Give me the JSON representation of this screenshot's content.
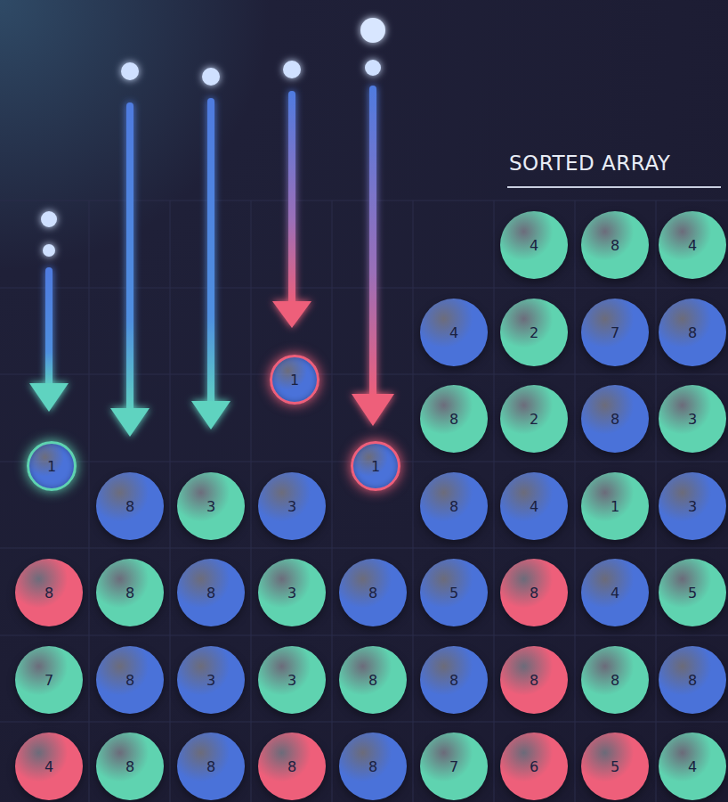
{
  "diagram": {
    "title": "SORTED ARRAY",
    "nodes": [
      {
        "text": [
          "4"
        ]
      },
      {
        "text": [
          "8"
        ]
      },
      {
        "text": [
          "4"
        ]
      },
      {
        "text": [
          "4"
        ]
      },
      {
        "text": [
          "2"
        ]
      },
      {
        "text": [
          "7"
        ]
      },
      {
        "text": [
          "8"
        ]
      },
      {
        "text": [
          "1"
        ]
      },
      {
        "text": [
          "8"
        ]
      },
      {
        "text": [
          "2"
        ]
      },
      {
        "text": [
          "8"
        ]
      },
      {
        "text": [
          "3"
        ]
      },
      {
        "text": [
          "1"
        ]
      },
      {
        "text": [
          "1"
        ]
      },
      {
        "text": [
          "8"
        ]
      },
      {
        "text": [
          "3"
        ]
      },
      {
        "text": [
          "3"
        ]
      },
      {
        "text": [
          "8"
        ]
      },
      {
        "text": [
          "4"
        ]
      },
      {
        "text": [
          "1"
        ]
      },
      {
        "text": [
          "3"
        ]
      },
      {
        "text": [
          "8"
        ]
      },
      {
        "text": [
          "8"
        ]
      },
      {
        "text": [
          "8"
        ]
      },
      {
        "text": [
          "3"
        ]
      },
      {
        "text": [
          "8"
        ]
      },
      {
        "text": [
          "5"
        ]
      },
      {
        "text": [
          "8"
        ]
      },
      {
        "text": [
          "4"
        ]
      },
      {
        "text": [
          "5"
        ]
      },
      {
        "text": [
          "7"
        ]
      },
      {
        "text": [
          "8"
        ]
      },
      {
        "text": [
          "3"
        ]
      },
      {
        "text": [
          "3"
        ]
      },
      {
        "text": [
          "8"
        ]
      },
      {
        "text": [
          "8"
        ]
      },
      {
        "text": [
          "8"
        ]
      },
      {
        "text": [
          "8"
        ]
      },
      {
        "text": [
          "8"
        ]
      },
      {
        "text": [
          "4"
        ]
      },
      {
        "text": [
          "8"
        ]
      },
      {
        "text": [
          "8"
        ]
      },
      {
        "text": [
          "8"
        ]
      },
      {
        "text": [
          "8"
        ]
      },
      {
        "text": [
          "7"
        ]
      },
      {
        "text": [
          "6"
        ]
      },
      {
        "text": [
          "5"
        ]
      },
      {
        "text": [
          "4"
        ]
      }
    ]
  }
}
